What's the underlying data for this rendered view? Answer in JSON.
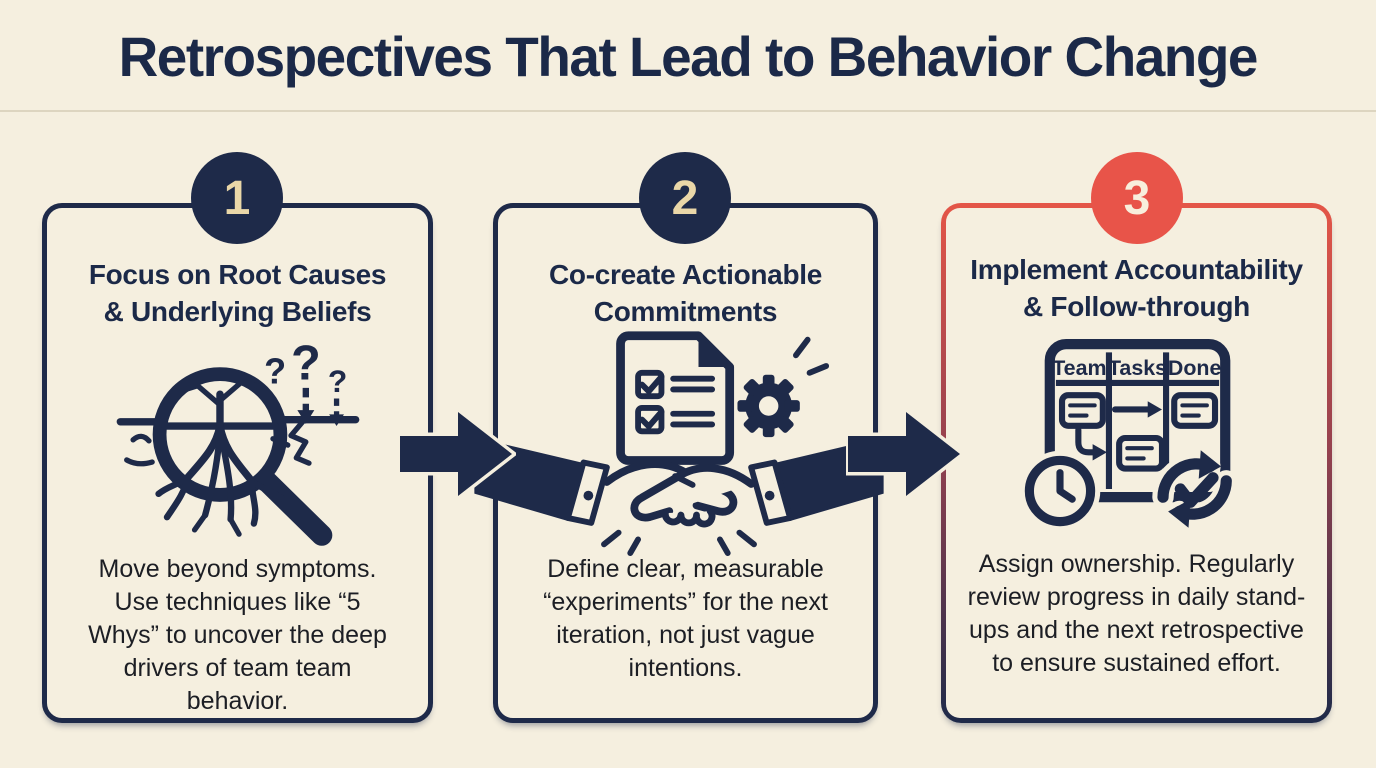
{
  "header": {
    "title": "Retrospectives That Lead to Behavior Change"
  },
  "colors": {
    "background": "#f5efdf",
    "navy": "#1e2a49",
    "red": "#e85449",
    "badge_numeral_tan": "#ead7a8",
    "badge_numeral_light": "#f8efdc",
    "body_text": "#1c1e24",
    "divider": "#ddd5c0"
  },
  "cards": [
    {
      "number": "1",
      "title_lines": [
        "Focus on Root Causes",
        "& Underlying Beliefs"
      ],
      "body": "Move beyond symptoms. Use techniques like “5 Whys” to uncover the deep drivers of team team behavior.",
      "icon": "root-cause-magnifier-icon",
      "icon_symbols": {
        "question_marks": [
          "?",
          "?",
          "?"
        ]
      }
    },
    {
      "number": "2",
      "title_lines": [
        "Co-create Actionable",
        "Commitments"
      ],
      "body": "Define clear, measurable “experiments” for the next iteration, not just vague intentions.",
      "icon": "handshake-commitment-icon"
    },
    {
      "number": "3",
      "title_lines": [
        "Implement Accountability",
        "& Follow-through"
      ],
      "body": "Assign ownership. Regularly review progress in daily stand-ups and the next retrospective to ensure sustained effort.",
      "icon": "accountability-board-icon",
      "board_columns": [
        "Team",
        "Tasks",
        "Done"
      ]
    }
  ]
}
